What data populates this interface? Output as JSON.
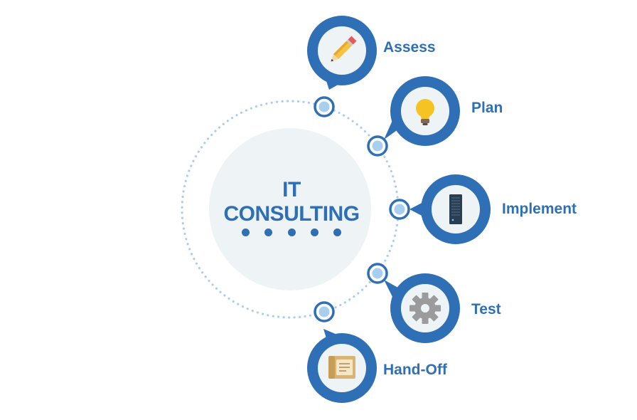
{
  "diagram": {
    "center": {
      "title_line1": "IT",
      "title_line2": "CONSULTING"
    },
    "steps": [
      {
        "label": "Assess",
        "icon": "pencil-icon"
      },
      {
        "label": "Plan",
        "icon": "lightbulb-icon"
      },
      {
        "label": "Implement",
        "icon": "server-icon"
      },
      {
        "label": "Test",
        "icon": "gear-icon"
      },
      {
        "label": "Hand-Off",
        "icon": "folder-document-icon"
      }
    ]
  },
  "colors": {
    "primary_blue": "#2e6fb5",
    "light_blue": "#a9cff0",
    "center_circle": "#eef3f6",
    "icon_bg": "#eef3f6",
    "pencil_yellow": "#f5c242",
    "bulb_yellow": "#f6c324",
    "server_dark": "#2a3e52",
    "gear_gray": "#9b9b9b",
    "folder_tan": "#d9b472"
  }
}
